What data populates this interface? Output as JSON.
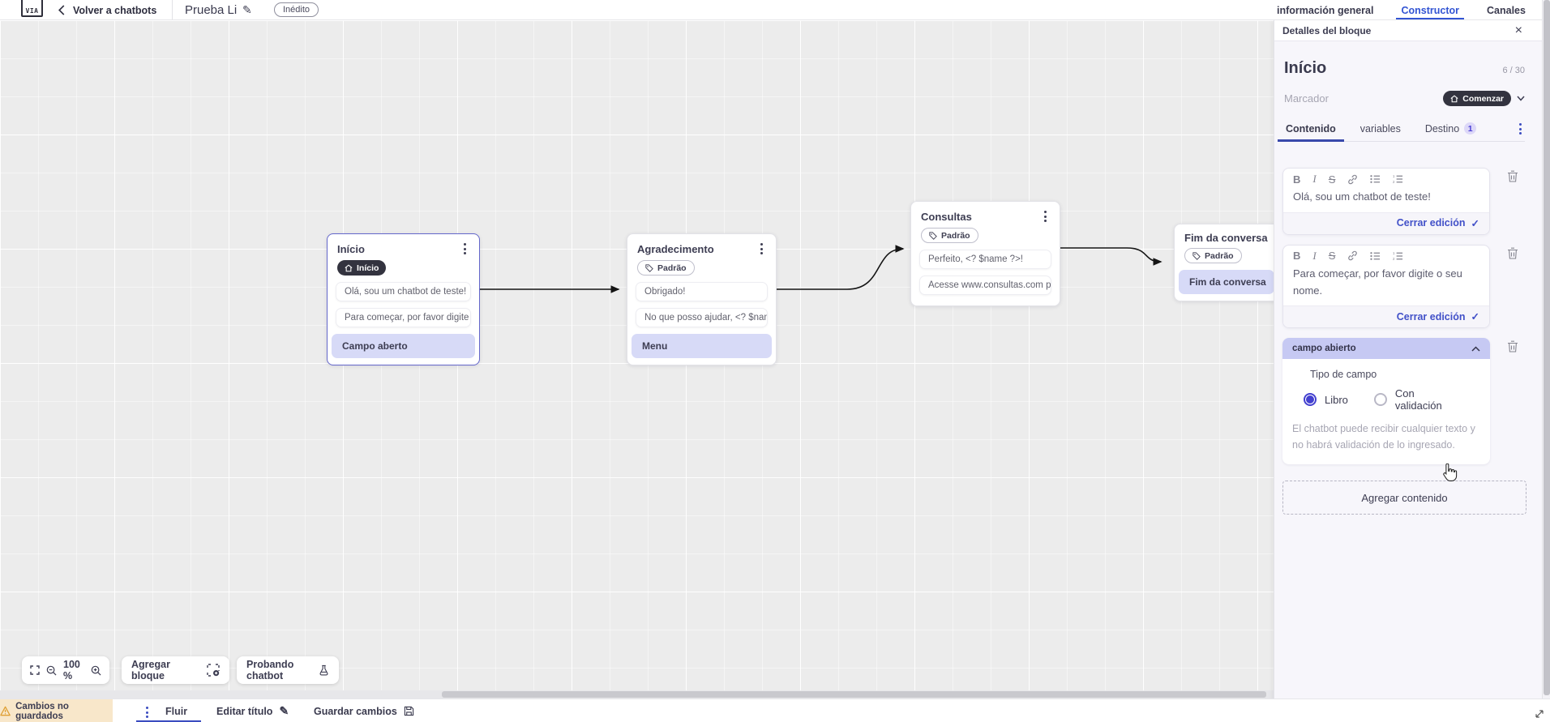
{
  "colors": {
    "accent": "#3b4cc0",
    "top_tab_active": "#3254d3",
    "dark_pill": "#33333f",
    "lavender_item": "#d7daf7",
    "field_header": "#c6c9f3",
    "warning_bg": "#f8e7ca",
    "canvas_bg": "#ececec",
    "selected_node_border": "#6467cb"
  },
  "glyphs": {
    "pencil": "✎",
    "check": "✓",
    "close": "×"
  },
  "topbar": {
    "logo_text": "VIA",
    "back_label": "Volver a chatbots",
    "doc_title": "Prueba Li",
    "status_badge": "Inédito",
    "tabs": [
      {
        "label": "información general",
        "active": false
      },
      {
        "label": "Constructor",
        "active": true
      },
      {
        "label": "Canales",
        "active": false
      }
    ]
  },
  "canvas": {
    "zoom_level": "100 %",
    "add_block_label": "Agregar bloque",
    "test_chatbot_label": "Probando chatbot",
    "nodes": [
      {
        "title": "Início",
        "badge": "Início",
        "selected": true,
        "items": [
          {
            "text": "Olá, sou um chatbot de teste!",
            "type": "message"
          },
          {
            "text": "Para começar, por favor digite o ...",
            "type": "message"
          },
          {
            "text": "Campo aberto",
            "type": "action"
          }
        ]
      },
      {
        "title": "Agradecimento",
        "badge": "Padrão",
        "selected": false,
        "items": [
          {
            "text": "Obrigado!",
            "type": "message"
          },
          {
            "text": "No que posso ajudar, <? $name ...",
            "type": "message"
          },
          {
            "text": "Menu",
            "type": "action"
          }
        ]
      },
      {
        "title": "Consultas",
        "badge": "Padrão",
        "selected": false,
        "items": [
          {
            "text": "Perfeito, <? $name ?>!",
            "type": "message"
          },
          {
            "text": "Acesse www.consultas.com par...",
            "type": "message"
          }
        ]
      },
      {
        "title": "Fim da conversa",
        "badge": "Padrão",
        "selected": false,
        "items": [
          {
            "text": "Fim da conversa",
            "type": "action"
          }
        ]
      }
    ]
  },
  "panel": {
    "header": "Detalles del bloque",
    "block_title": "Início",
    "title_counter": "6 / 30",
    "marker_label": "Marcador",
    "marker_value": "Comenzar",
    "tabs": [
      {
        "label": "Contenido",
        "active": true
      },
      {
        "label": "variables",
        "active": false
      },
      {
        "label": "Destino",
        "active": false,
        "badge": "1"
      }
    ],
    "editor_toolbar": {
      "bold": "B",
      "italic": "I",
      "strike": "S"
    },
    "editors": [
      {
        "text": "Olá, sou um chatbot de teste!",
        "close_label": "Cerrar edición"
      },
      {
        "text": "Para começar, por favor digite o seu nome.",
        "close_label": "Cerrar edición"
      }
    ],
    "open_field": {
      "header": "campo abierto",
      "type_label": "Tipo de campo",
      "options": [
        {
          "label": "Libro",
          "selected": true
        },
        {
          "label": "Con validación",
          "selected": false
        }
      ],
      "help_text": "El chatbot puede recibir cualquier texto y no habrá validación de lo ingresado."
    },
    "add_content_label": "Agregar contenido"
  },
  "bottombar": {
    "unsaved_label": "Cambios no guardados",
    "flow_tab": "Fluir",
    "edit_title_label": "Editar título",
    "save_label": "Guardar cambios"
  }
}
